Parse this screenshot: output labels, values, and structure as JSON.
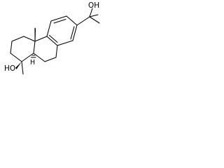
{
  "molecule": {
    "labels": {
      "side_chain_hydroxyl": "OH",
      "ring_hydroxyl": "HO",
      "stereo_hydrogen": "H"
    },
    "colors": {
      "bond": "#000000",
      "background": "#ffffff"
    }
  }
}
